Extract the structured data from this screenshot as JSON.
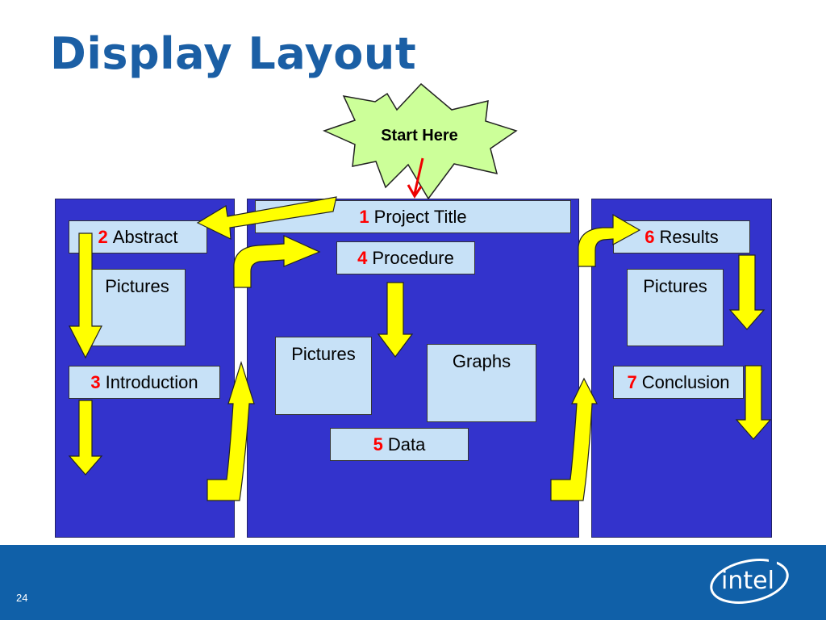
{
  "slide": {
    "title": "Display Layout",
    "page_number": "24"
  },
  "start_burst": {
    "label": "Start Here"
  },
  "steps": [
    {
      "num": "1",
      "label": "Project Title"
    },
    {
      "num": "2",
      "label": "Abstract"
    },
    {
      "num": "3",
      "label": "Introduction"
    },
    {
      "num": "4",
      "label": "Procedure"
    },
    {
      "num": "5",
      "label": "Data"
    },
    {
      "num": "6",
      "label": "Results"
    },
    {
      "num": "7",
      "label": "Conclusion"
    }
  ],
  "media_boxes": {
    "left_pictures": "Pictures",
    "center_pictures": "Pictures",
    "center_graphs": "Graphs",
    "right_pictures": "Pictures"
  },
  "logo": {
    "text": "intel"
  },
  "colors": {
    "title": "#1b5fa5",
    "panel": "#3333cc",
    "box": "#c7e1f7",
    "arrow": "#ffff00",
    "number": "#ff0000",
    "burst": "#ccff99",
    "footer": "#1060a8"
  }
}
